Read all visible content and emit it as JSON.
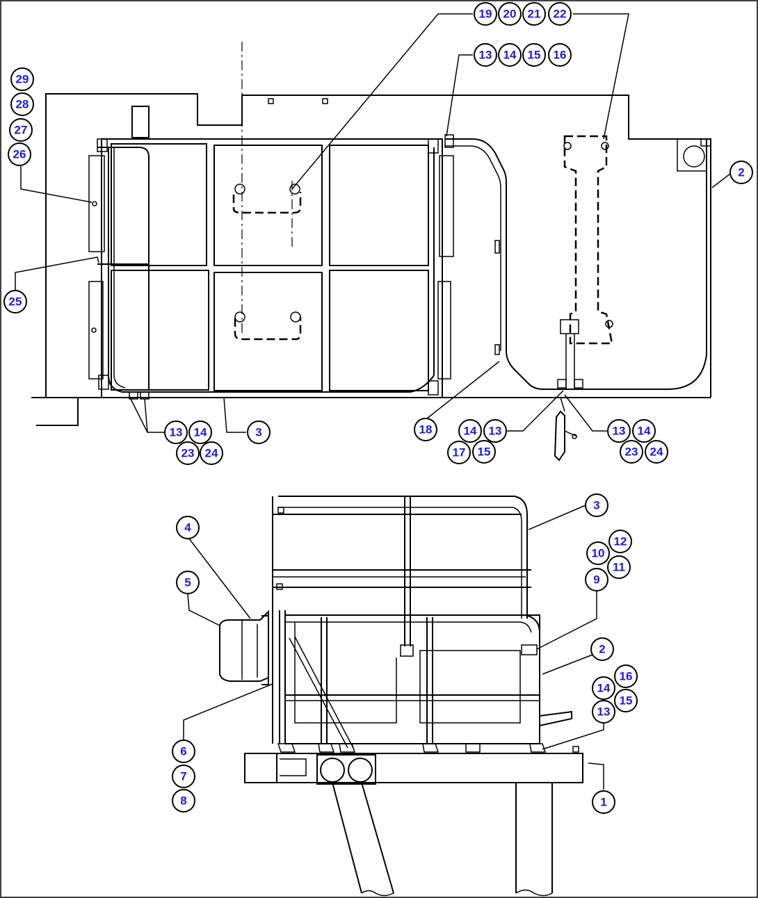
{
  "callouts": {
    "c19": "19",
    "c20": "20",
    "c21": "21",
    "c22": "22",
    "c13a": "13",
    "c14a": "14",
    "c15a": "15",
    "c16a": "16",
    "c29": "29",
    "c28": "28",
    "c27": "27",
    "c26": "26",
    "c25": "25",
    "c2a": "2",
    "c13b": "13",
    "c14b": "14",
    "c23b": "23",
    "c24b": "24",
    "c3a": "3",
    "c18": "18",
    "c14c": "14",
    "c13c": "13",
    "c17c": "17",
    "c15c": "15",
    "c13d": "13",
    "c14d": "14",
    "c23d": "23",
    "c24d": "24",
    "c4": "4",
    "c5": "5",
    "c3b": "3",
    "c12": "12",
    "c10": "10",
    "c11": "11",
    "c9": "9",
    "c2b": "2",
    "c16e": "16",
    "c14e": "14",
    "c15e": "15",
    "c13e": "13",
    "c6": "6",
    "c7": "7",
    "c8": "8",
    "c1": "1"
  }
}
